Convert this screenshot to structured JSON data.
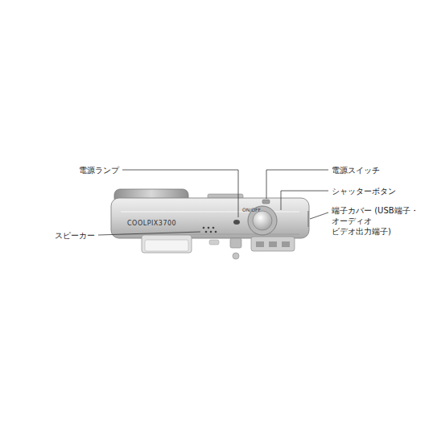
{
  "diagram": {
    "labels": [
      "電源ランプ",
      "電源スイッチ",
      "シャッターボタン",
      "端子カバー (USB端子・オーディオ ビデオ出力端子)",
      "スピーカー",
      "COOLPIX3700",
      "ON/OFF"
    ]
  }
}
